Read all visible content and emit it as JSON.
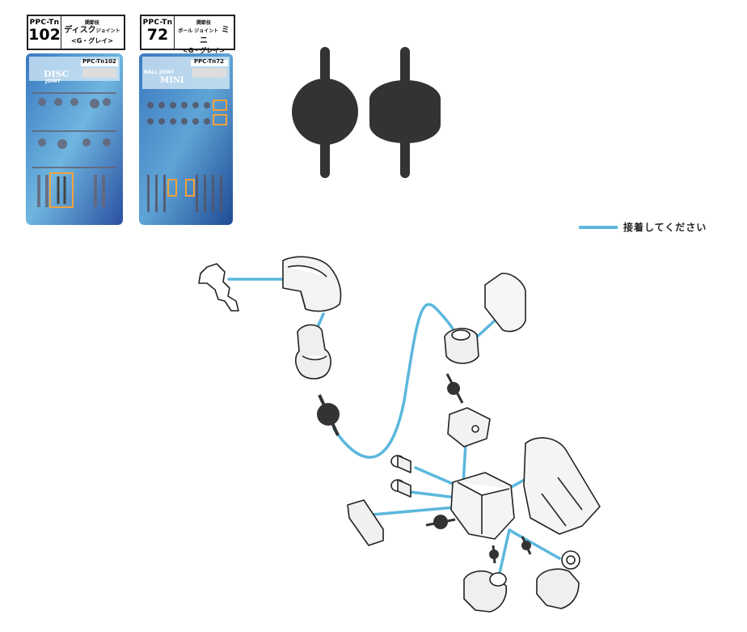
{
  "products": [
    {
      "prefix": "PPC-Tn",
      "number": "102",
      "type": "関節技",
      "name": "ディスク",
      "name_small": "ジョイント",
      "color": "<G・グレイ>",
      "pkg_code": "PPC-Tn102",
      "pkg_title": "DISC",
      "pkg_subtitle": "JOINT"
    },
    {
      "prefix": "PPC-Tn",
      "number": "72",
      "type": "関節技",
      "name": "ミニ",
      "name_small": "ボール ジョイント",
      "color": "<G・グレイ>",
      "pkg_code": "PPC-Tn72",
      "pkg_title": "MINI",
      "pkg_subtitle": "BALL JOINT"
    }
  ],
  "legend": {
    "label": "接着してください",
    "line_color": "#5bb7dd"
  },
  "colors": {
    "accent_orange": "#f2a23a",
    "joint_dark": "#333333",
    "package_blue": "#3f86c6"
  }
}
